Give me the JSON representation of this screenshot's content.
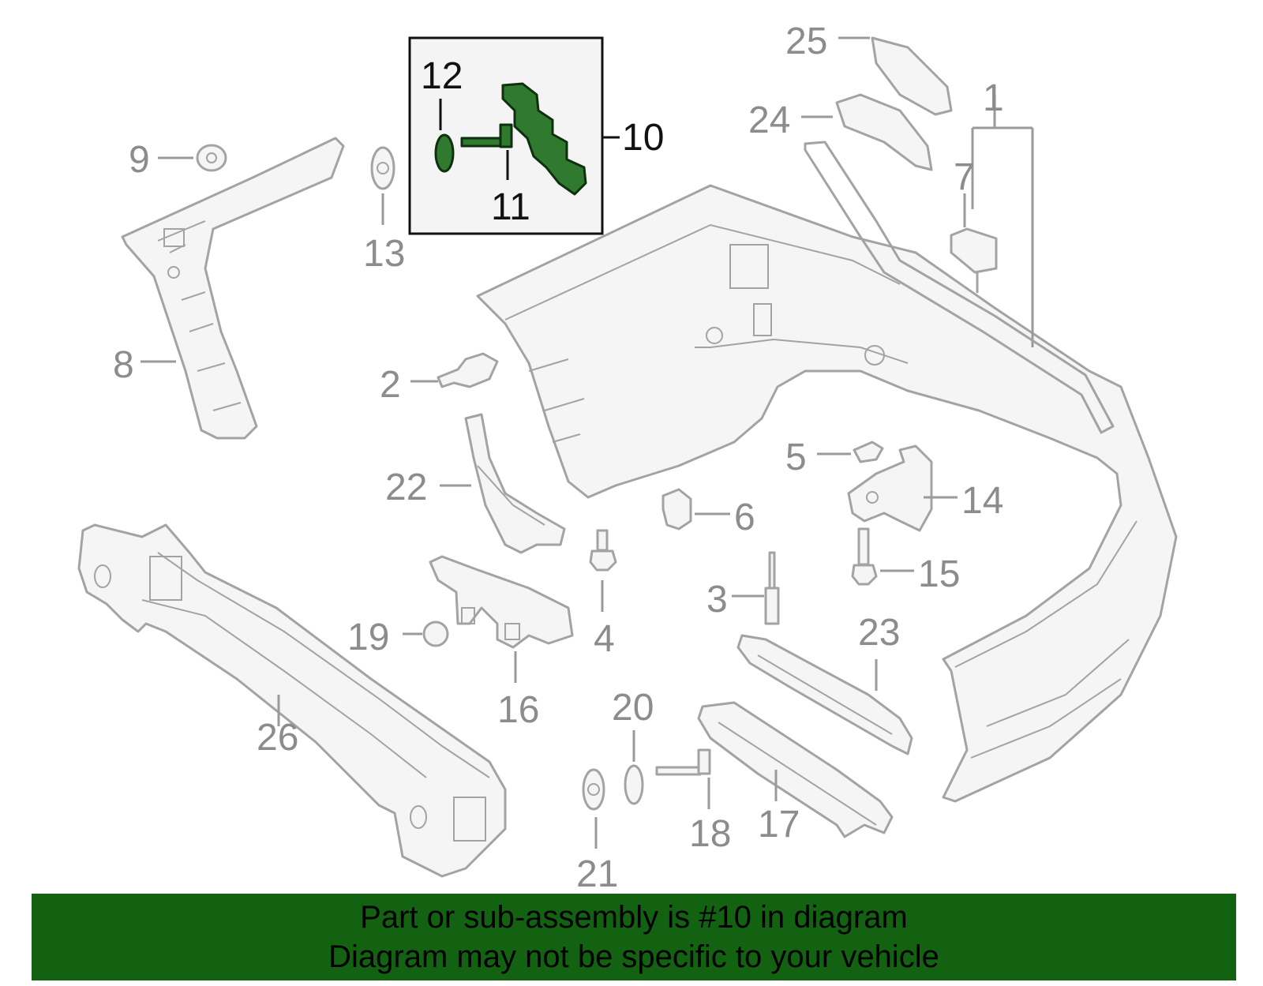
{
  "callouts": {
    "c1": "1",
    "c2": "2",
    "c3": "3",
    "c4": "4",
    "c5": "5",
    "c6": "6",
    "c7": "7",
    "c8": "8",
    "c9": "9",
    "c10": "10",
    "c11": "11",
    "c12": "12",
    "c13": "13",
    "c14": "14",
    "c15": "15",
    "c16": "16",
    "c17": "17",
    "c18": "18",
    "c19": "19",
    "c20": "20",
    "c21": "21",
    "c22": "22",
    "c23": "23",
    "c24": "24",
    "c25": "25",
    "c26": "26"
  },
  "highlight": {
    "part_number": "10",
    "color": "#2f7a2f"
  },
  "footer": {
    "line1": "Part or sub-assembly is #10 in diagram",
    "line2": "Diagram may not be specific to your vehicle",
    "background": "#126212"
  }
}
